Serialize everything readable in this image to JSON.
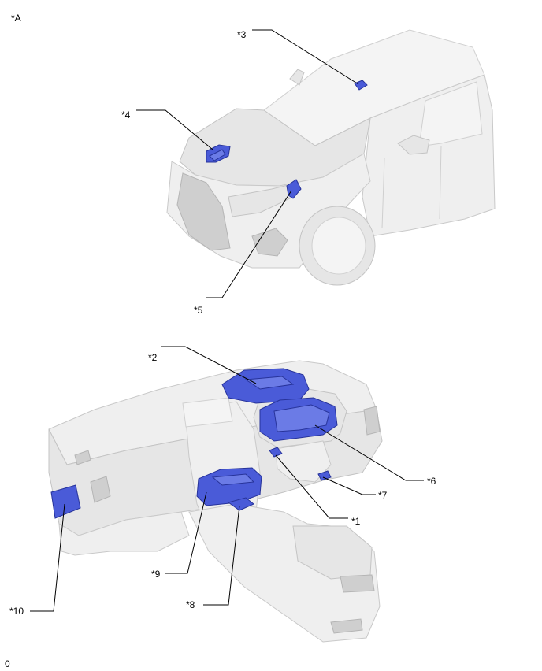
{
  "view_label": "*A",
  "footer_code": "0",
  "callouts": {
    "c1": "*1",
    "c2": "*2",
    "c3": "*3",
    "c4": "*4",
    "c5": "*5",
    "c6": "*6",
    "c7": "*7",
    "c8": "*8",
    "c9": "*9",
    "c10": "*10"
  },
  "colors": {
    "highlight": "#4a5bd8",
    "vehicle_body": "#efefef",
    "leader_line": "#000000"
  }
}
